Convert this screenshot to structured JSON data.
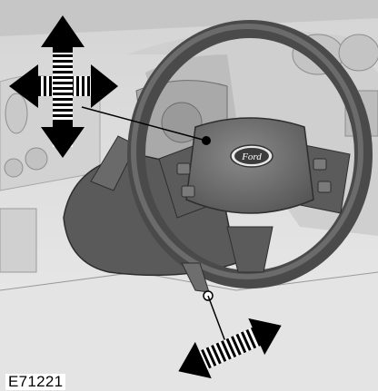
{
  "figure": {
    "code": "E71221",
    "brand_badge": "Ford"
  },
  "colors": {
    "dashboard_light": "#dedede",
    "dashboard_mid": "#b8b8b8",
    "wheel_dark": "#4a4a4a",
    "arrow_black": "#000000"
  },
  "arrows": [
    {
      "name": "height-adjust-arrow",
      "directions": [
        "up",
        "down"
      ]
    },
    {
      "name": "reach-adjust-arrow",
      "directions": [
        "left",
        "right"
      ]
    },
    {
      "name": "lock-lever-arrow",
      "directions": [
        "up-right",
        "down-left"
      ]
    }
  ]
}
